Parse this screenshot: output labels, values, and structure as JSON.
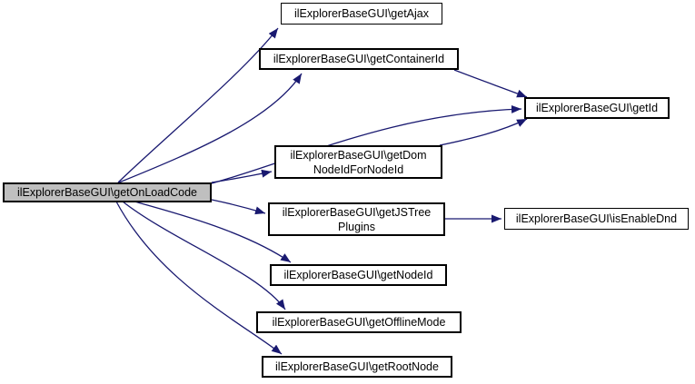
{
  "diagram": {
    "type": "call-graph",
    "colors": {
      "edge": "#191970",
      "node_fill": "#ffffff",
      "node_border": "#000000",
      "highlight_fill": "#bfbfbf",
      "text": "#000000"
    },
    "nodes": [
      {
        "id": "getOnLoadCode",
        "lines": [
          "ilExplorerBaseGUI\\getOnLoadCode"
        ],
        "highlighted": true
      },
      {
        "id": "getAjax",
        "lines": [
          "ilExplorerBaseGUI\\getAjax"
        ]
      },
      {
        "id": "getContainerId",
        "lines": [
          "ilExplorerBaseGUI\\getContainerId"
        ]
      },
      {
        "id": "getId",
        "lines": [
          "ilExplorerBaseGUI\\getId"
        ]
      },
      {
        "id": "getDomNodeIdForNodeId",
        "lines": [
          "ilExplorerBaseGUI\\getDom",
          "NodeIdForNodeId"
        ]
      },
      {
        "id": "getJSTreePlugins",
        "lines": [
          "ilExplorerBaseGUI\\getJSTree",
          "Plugins"
        ]
      },
      {
        "id": "isEnableDnd",
        "lines": [
          "ilExplorerBaseGUI\\isEnableDnd"
        ]
      },
      {
        "id": "getNodeId",
        "lines": [
          "ilExplorerBaseGUI\\getNodeId"
        ]
      },
      {
        "id": "getOfflineMode",
        "lines": [
          "ilExplorerBaseGUI\\getOfflineMode"
        ]
      },
      {
        "id": "getRootNode",
        "lines": [
          "ilExplorerBaseGUI\\getRootNode"
        ]
      }
    ],
    "edges": [
      {
        "from": "getOnLoadCode",
        "to": "getAjax"
      },
      {
        "from": "getOnLoadCode",
        "to": "getContainerId"
      },
      {
        "from": "getOnLoadCode",
        "to": "getId"
      },
      {
        "from": "getOnLoadCode",
        "to": "getDomNodeIdForNodeId"
      },
      {
        "from": "getOnLoadCode",
        "to": "getJSTreePlugins"
      },
      {
        "from": "getOnLoadCode",
        "to": "getNodeId"
      },
      {
        "from": "getOnLoadCode",
        "to": "getOfflineMode"
      },
      {
        "from": "getOnLoadCode",
        "to": "getRootNode"
      },
      {
        "from": "getContainerId",
        "to": "getId"
      },
      {
        "from": "getDomNodeIdForNodeId",
        "to": "getId"
      },
      {
        "from": "getJSTreePlugins",
        "to": "isEnableDnd"
      }
    ]
  }
}
